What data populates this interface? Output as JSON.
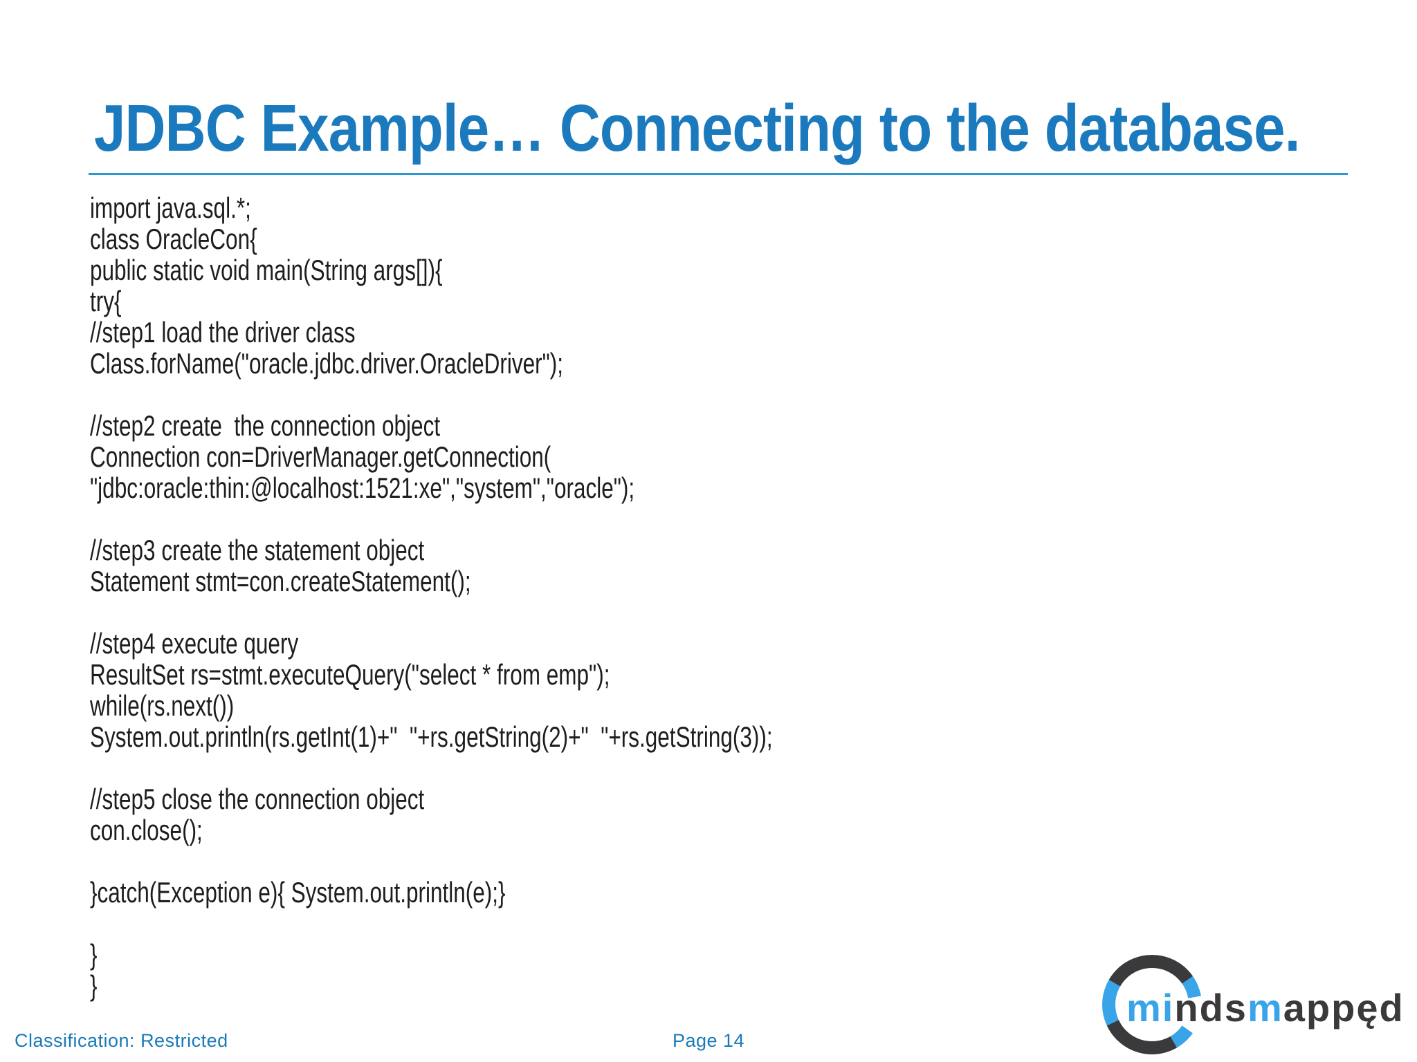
{
  "slide": {
    "background": "#ffffff",
    "accent_blue": "#1b7abd",
    "title": {
      "text": "JDBC Example… Connecting to the database.",
      "color": "#1b7abd",
      "underline_color": "#2a96d2"
    },
    "code": {
      "text_color": "#1d1d1d",
      "lines": [
        "import java.sql.*;",
        "class OracleCon{",
        "public static void main(String args[]){",
        "try{",
        "//step1 load the driver class",
        "Class.forName(\"oracle.jdbc.driver.OracleDriver\");",
        "",
        "//step2 create  the connection object",
        "Connection con=DriverManager.getConnection(",
        "\"jdbc:oracle:thin:@localhost:1521:xe\",\"system\",\"oracle\");",
        "",
        "//step3 create the statement object",
        "Statement stmt=con.createStatement();",
        "",
        "//step4 execute query",
        "ResultSet rs=stmt.executeQuery(\"select * from emp\");",
        "while(rs.next())",
        "System.out.println(rs.getInt(1)+\"  \"+rs.getString(2)+\"  \"+rs.getString(3));",
        "",
        "//step5 close the connection object",
        "con.close();",
        "",
        "}catch(Exception e){ System.out.println(e);}",
        "",
        "}",
        "}"
      ]
    },
    "footer": {
      "classification": "Classification: Restricted",
      "page_label": "Page 14",
      "text_color": "#1a7ab8"
    },
    "logo": {
      "word": "mindsmapped",
      "blue": "#39a5e8",
      "dark": "#3a3a3c",
      "ring_segments": "dark 0-55, blue 55-80, open 80-125, blue 125-150, dark 150-245, blue 245-300, dark 300-360",
      "letters": [
        {
          "ch": "m",
          "tone": "blue"
        },
        {
          "ch": "i",
          "tone": "blue"
        },
        {
          "ch": "n",
          "tone": "dark"
        },
        {
          "ch": "d",
          "tone": "dark"
        },
        {
          "ch": "s",
          "tone": "dark"
        },
        {
          "ch": "m",
          "tone": "blue"
        },
        {
          "ch": "a",
          "tone": "dark"
        },
        {
          "ch": "p",
          "tone": "dark"
        },
        {
          "ch": "p",
          "tone": "dark"
        },
        {
          "ch": "ę",
          "tone": "dark"
        },
        {
          "ch": "d",
          "tone": "dark"
        }
      ]
    }
  }
}
